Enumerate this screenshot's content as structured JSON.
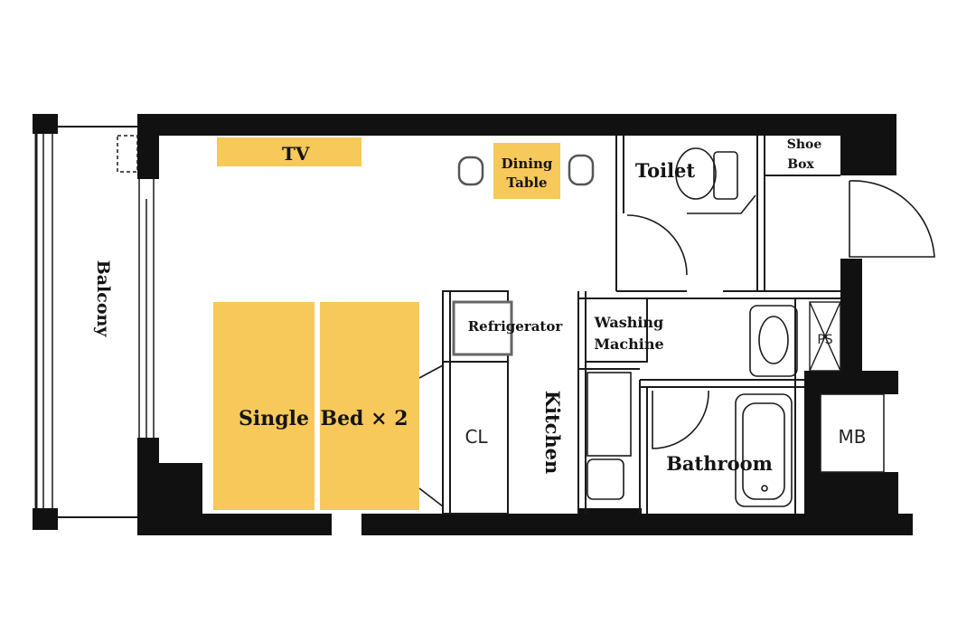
{
  "colors": {
    "wall": "#111111",
    "furniture_fill": "#f7c85a",
    "line": "#1a1a1a",
    "background": "#ffffff"
  },
  "rooms": {
    "balcony": "Balcony",
    "kitchen": "Kitchen",
    "toilet": "Toilet",
    "bathroom": "Bathroom",
    "shoe_box_line1": "Shoe",
    "shoe_box_line2": "Box",
    "washing_line1": "Washing",
    "washing_line2": "Machine",
    "closet": "CL",
    "meter_box": "MB",
    "pipe_space": "PS"
  },
  "furniture": {
    "tv": "TV",
    "dining_line1": "Dining",
    "dining_line2": "Table",
    "refrigerator": "Refrigerator",
    "bed_part1": "Single",
    "bed_part2": "Bed × 2"
  }
}
